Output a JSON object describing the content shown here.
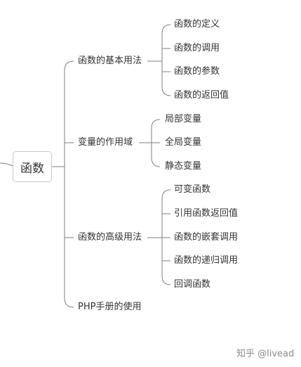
{
  "root": {
    "label": "函数"
  },
  "branches": [
    {
      "label": "函数的基本用法",
      "children": [
        "函数的定义",
        "函数的调用",
        "函数的参数",
        "函数的返回值"
      ]
    },
    {
      "label": "变量的作用域",
      "children": [
        "局部变量",
        "全局变量",
        "静态变量"
      ]
    },
    {
      "label": "函数的高级用法",
      "children": [
        "可变函数",
        "引用函数返回值",
        "函数的嵌套调用",
        "函数的递归调用",
        "回调函数"
      ]
    },
    {
      "label": "PHP手册的使用",
      "children": []
    }
  ],
  "watermark": "知乎 @livead",
  "colors": {
    "line": "#7f7f7f",
    "text": "#333333",
    "root_border": "#c8c8c8"
  }
}
